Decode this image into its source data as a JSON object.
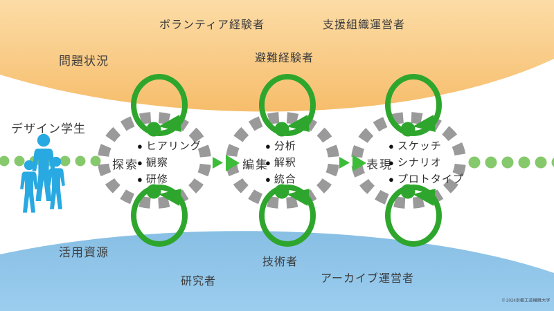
{
  "diagram": {
    "top_band": {
      "context_label": "問題状況",
      "actors": {
        "volunteer": "ボランティア経験者",
        "evacuee": "避難経験者",
        "support_org": "支援組織運営者"
      }
    },
    "bottom_band": {
      "context_label": "活用資源",
      "actors": {
        "researcher": "研究者",
        "engineer": "技術者",
        "archive_operator": "アーカイブ運営者"
      }
    },
    "left_actor": "デザイン学生",
    "stages": [
      {
        "name": "探索",
        "items": [
          "ヒアリング",
          "観察",
          "研修"
        ]
      },
      {
        "name": "編集",
        "items": [
          "分析",
          "解釈",
          "統合"
        ]
      },
      {
        "name": "表現",
        "items": [
          "スケッチ",
          "シナリオ",
          "プロトタイプ"
        ]
      }
    ],
    "copyright": "© 2024京都工芸繊維大学"
  },
  "colors": {
    "band_orange_light": "#FCDCA6",
    "band_orange_deep": "#F6BD6B",
    "band_blue_top": "#88BFE4",
    "band_blue_bottom": "#9BCDEF",
    "loop_green": "#2EA62D",
    "flow_arrow_green": "#3CBC39",
    "flow_dot_green": "#86C96D",
    "person_blue": "#29A9E1",
    "dash_gray": "#9A9A9A",
    "text": "#3C3C3C"
  }
}
